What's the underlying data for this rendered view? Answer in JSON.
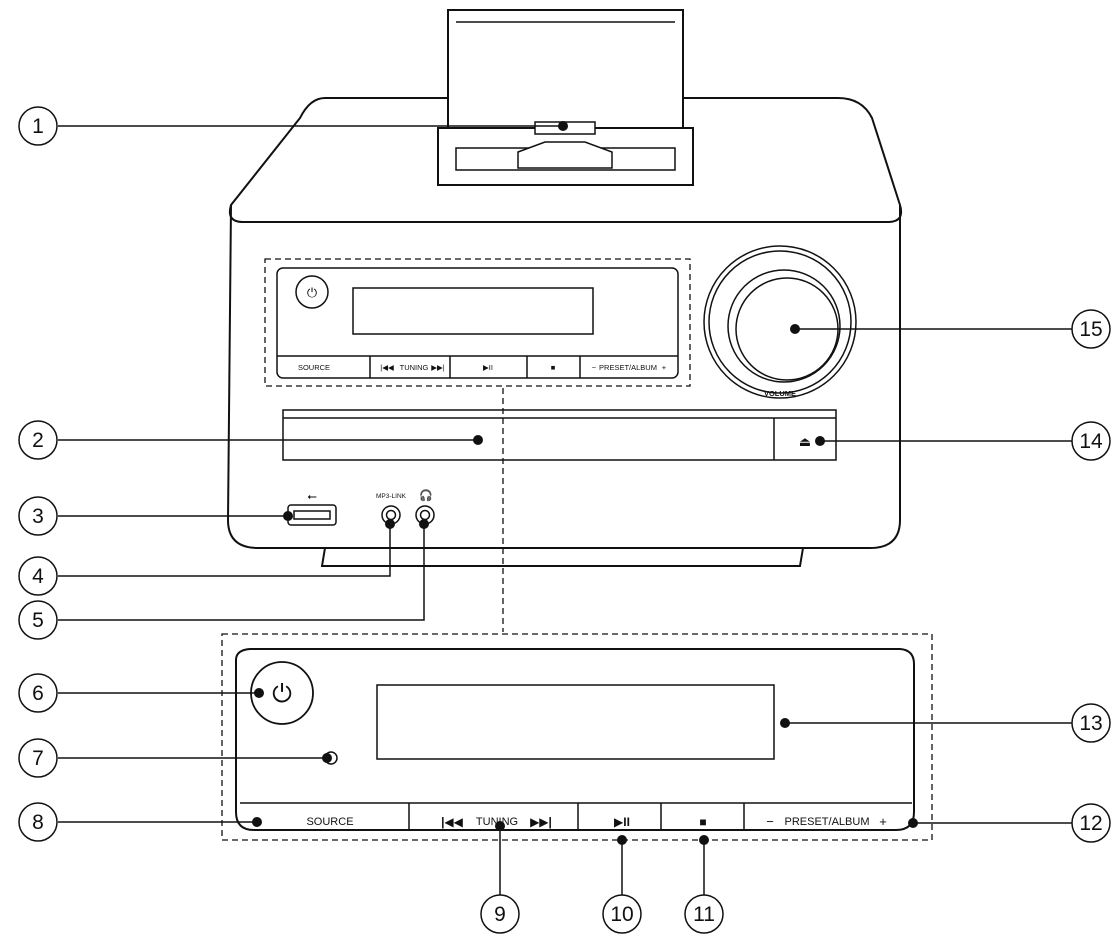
{
  "callouts": {
    "c1": "1",
    "c2": "2",
    "c3": "3",
    "c4": "4",
    "c5": "5",
    "c6": "6",
    "c7": "7",
    "c8": "8",
    "c9": "9",
    "c10": "10",
    "c11": "11",
    "c12": "12",
    "c13": "13",
    "c14": "14",
    "c15": "15"
  },
  "labels": {
    "source": "SOURCE",
    "tuning": "TUNING",
    "preset_album": "PRESET/ALBUM",
    "volume": "VOLUME",
    "mp3_link": "MP3-LINK",
    "minus": "−",
    "plus": "+"
  },
  "glyphs": {
    "prev": "|◀◀",
    "next": "▶▶|",
    "play_pause": "▶II",
    "stop": "■",
    "eject": "⏏",
    "power": "⏻"
  },
  "colors": {
    "line": "#111111",
    "marker": "#111111",
    "body_fill": "#ffffff"
  }
}
